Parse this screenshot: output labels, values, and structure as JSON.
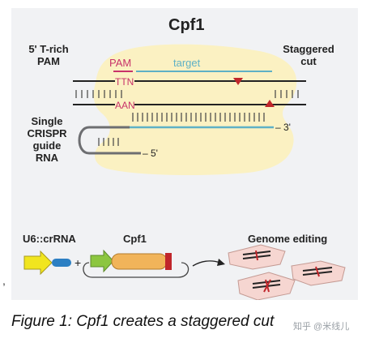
{
  "figure": {
    "title": "Cpf1",
    "pam_label": "5' T-rich\nPAM",
    "staggered_label": "Staggered\ncut",
    "pam_tag": "PAM",
    "target_tag": "target",
    "ttn": "TTN",
    "aan": "AAN",
    "guide_label": "Single\nCRISPR\nguide\nRNA",
    "end_3prime": "– 3'",
    "end_5prime": "– 5'",
    "construct_label": "U6::crRNA",
    "cpf1_gene_label": "Cpf1",
    "plus": "+",
    "genome_label": "Genome editing"
  },
  "caption": "Figure 1: Cpf1 creates a staggered cut",
  "watermark": "知乎 @米线儿",
  "stray_mark": ",",
  "colors": {
    "panel_bg": "#f1f2f4",
    "protein_fill": "#fbf1c2",
    "pam_red": "#c8336a",
    "target_blue": "#5fb1c6",
    "cut_red": "#c0262b",
    "guide_gray": "#6d6e71",
    "u6_yellow": "#f1e51f",
    "crRNA_blue": "#2c7fc3",
    "promoter_green": "#8cc63f",
    "gene_orange": "#f1b45a",
    "terminator_red": "#c0262b",
    "cell_pink": "#f6d6d1"
  }
}
